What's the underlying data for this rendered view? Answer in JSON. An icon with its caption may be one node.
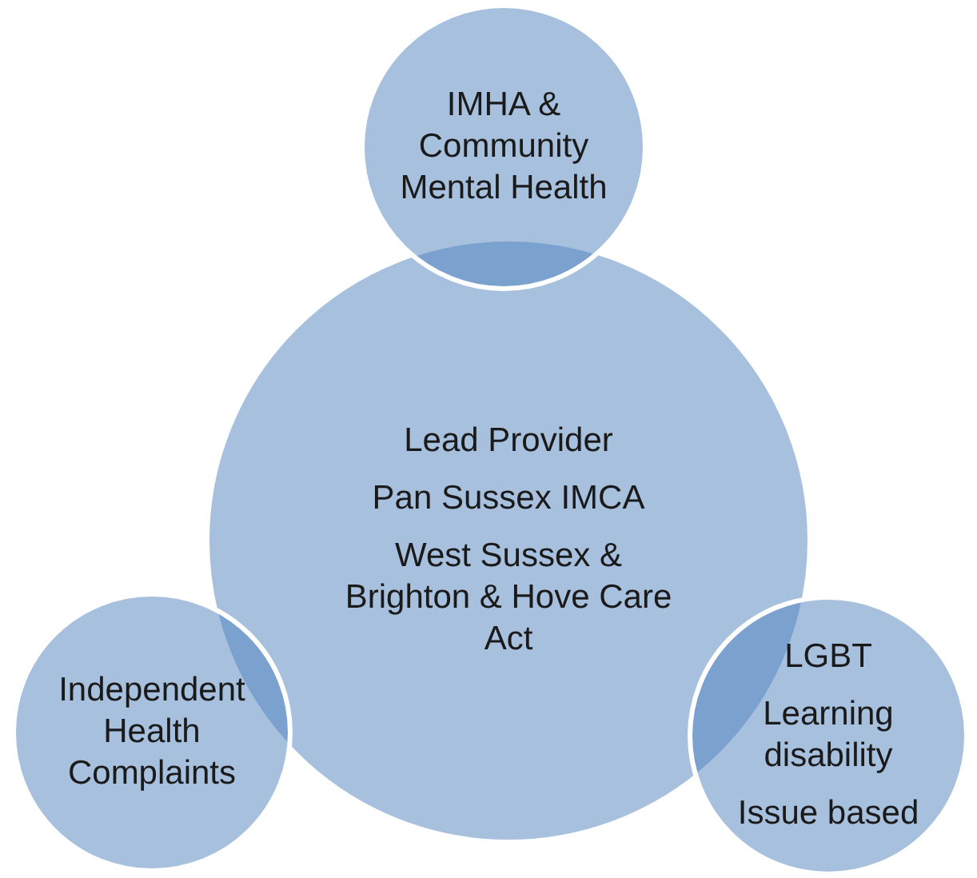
{
  "diagram": {
    "nodes": [
      {
        "text": [
          "Lead Provider",
          "Pan Sussex IMCA",
          "West Sussex & Brighton & Hove Care Act"
        ]
      },
      {
        "text": [
          "IMHA & Community Mental Health"
        ]
      },
      {
        "text": [
          "Independent Health Complaints"
        ]
      },
      {
        "text": [
          "LGBT",
          "Learning disability",
          "Issue based"
        ]
      }
    ]
  }
}
